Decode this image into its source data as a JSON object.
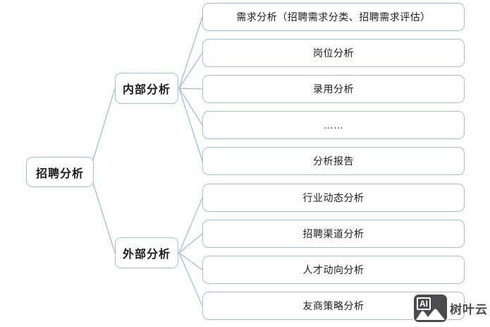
{
  "diagram": {
    "root": {
      "label": "招聘分析"
    },
    "branches": [
      {
        "label": "内部分析",
        "children": [
          "需求分析（招聘需求分类、招聘需求评估）",
          "岗位分析",
          "录用分析",
          "……",
          "分析报告"
        ]
      },
      {
        "label": "外部分析",
        "children": [
          "行业动态分析",
          "招聘渠道分析",
          "人才动向分析",
          "友商策略分析"
        ]
      }
    ],
    "colors": {
      "node_border": "#a6bfd3",
      "connector_line": "#a4bdd1",
      "text": "#1c1c1c",
      "background": "#ffffff",
      "watermark": "#4b4b4d"
    }
  },
  "watermark": {
    "icon_label": "AI",
    "brand": "树叶云"
  }
}
